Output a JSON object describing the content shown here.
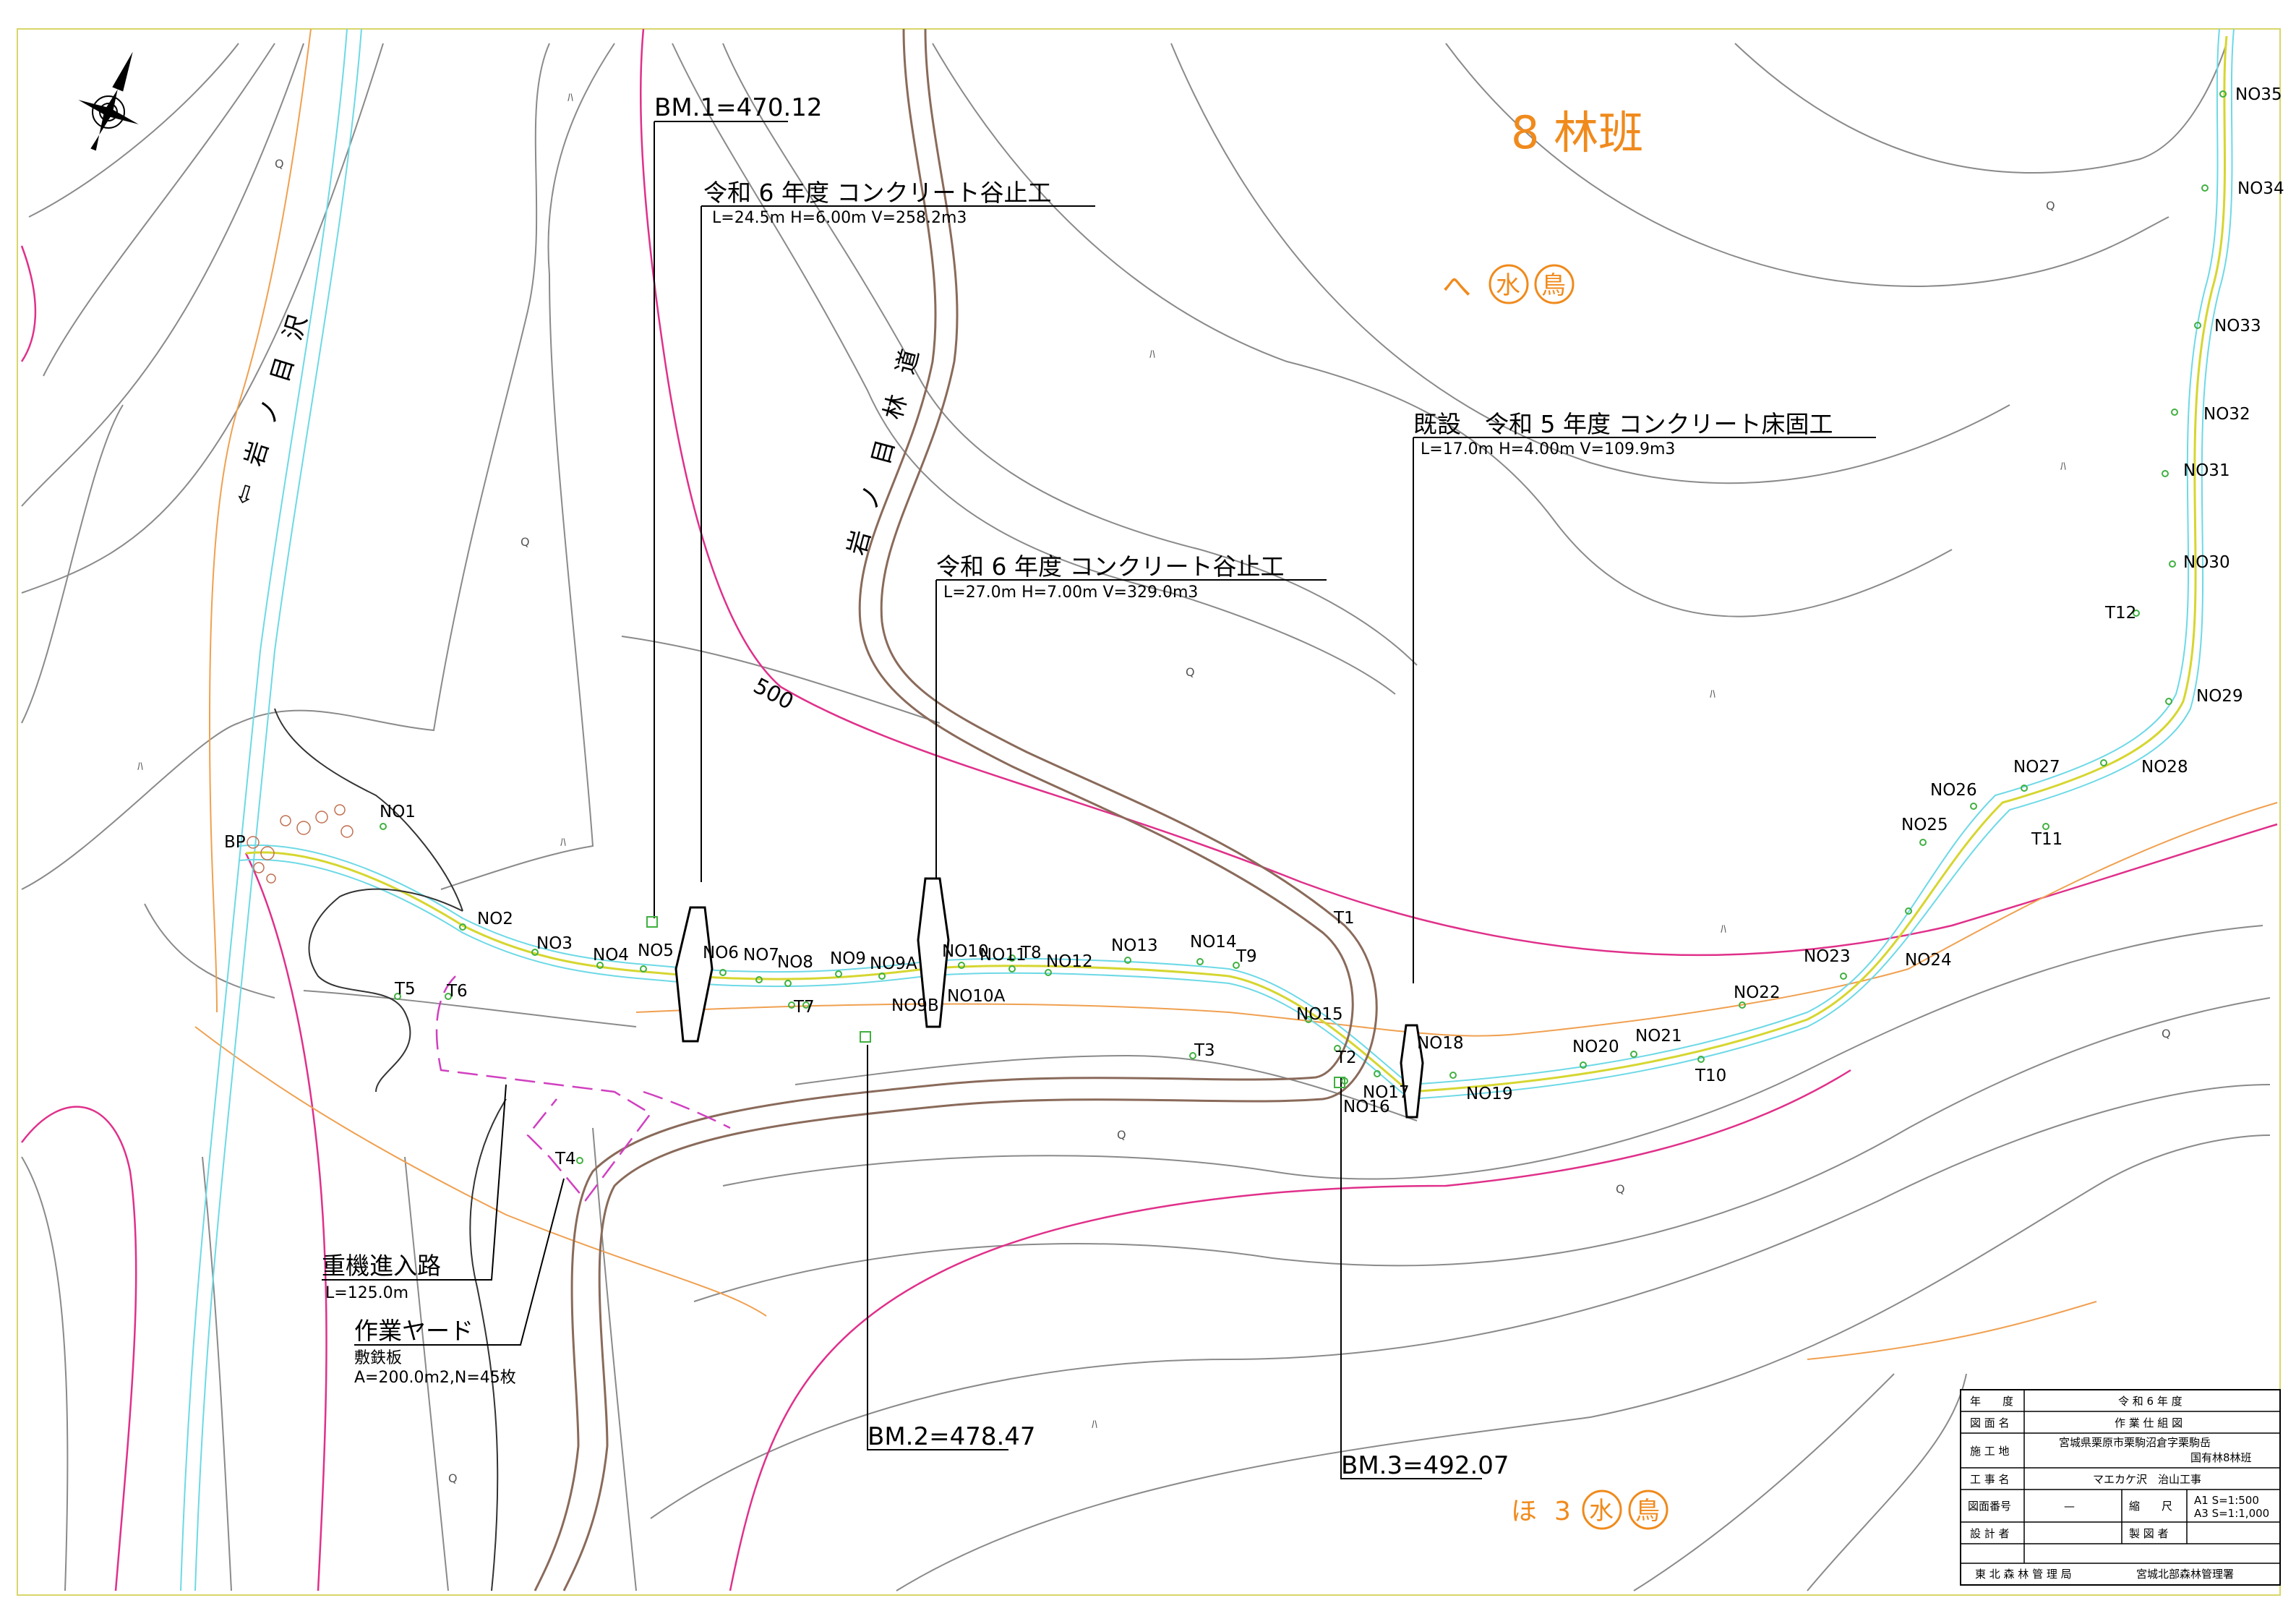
{
  "sheet": {
    "compartment": "8 林班",
    "direction_upper": "へ",
    "direction_lower": "ほ",
    "direction_lower_num": "3",
    "circled_1": "水",
    "circled_2": "鳥",
    "stream_name": "⇦ 岩 ノ 目 沢",
    "road_name": "岩 ノ 目 林 道",
    "contour_label": "500"
  },
  "structures": [
    {
      "title": "令和 6 年度 コンクリート谷止工",
      "spec": "L=24.5m H=6.00m V=258.2m3"
    },
    {
      "title": "令和 6 年度 コンクリート谷止工",
      "spec": "L=27.0m H=7.00m V=329.0m3"
    },
    {
      "title": "既設　令和 5 年度 コンクリート床固工",
      "spec": "L=17.0m H=4.00m V=109.9m3"
    }
  ],
  "benchmarks": [
    "BM.1=470.12",
    "BM.2=478.47",
    "BM.3=492.07"
  ],
  "works": {
    "access_title": "重機進入路",
    "access_spec": "L=125.0m",
    "yard_title": "作業ヤード",
    "yard_sub": "敷鉄板",
    "yard_spec": "A=200.0m2,N=45枚"
  },
  "stations": [
    "BP",
    "NO1",
    "NO2",
    "NO3",
    "NO4",
    "NO5",
    "NO6",
    "NO7",
    "NO8",
    "NO9",
    "NO9A",
    "NO9B",
    "NO10",
    "NO10A",
    "NO11",
    "NO12",
    "NO13",
    "NO14",
    "NO15",
    "NO16",
    "NO17",
    "NO18",
    "NO19",
    "NO20",
    "NO21",
    "NO22",
    "NO23",
    "NO24",
    "NO25",
    "NO26",
    "NO27",
    "NO28",
    "NO29",
    "NO30",
    "NO31",
    "NO32",
    "NO33",
    "NO34",
    "NO35"
  ],
  "traverse": [
    "T1",
    "T2",
    "T3",
    "T4",
    "T5",
    "T6",
    "T7",
    "T8",
    "T9",
    "T10",
    "T11",
    "T12"
  ],
  "title_block": {
    "rows": [
      {
        "label": "年　　度",
        "value": "令 和 6 年 度"
      },
      {
        "label": "図 面 名",
        "value": "作 業 仕 組 図"
      },
      {
        "label": "施 工 地",
        "value": "宮城県栗原市栗駒沼倉字栗駒岳",
        "value2": "国有林8林班"
      },
      {
        "label": "工 事 名",
        "value": "マエカケ沢　治山工事"
      }
    ],
    "drawing_no_label": "図面番号",
    "drawing_no": "—",
    "scale_label": "縮　　尺",
    "scale_a1": "A1 S=1:500",
    "scale_a3": "A3 S=1:1,000",
    "designer_label": "設 計 者",
    "drafter_label": "製 図 者",
    "bureau": "東 北 森 林 管 理 局",
    "office": "宮城北部森林管理署"
  },
  "colors": {
    "contour": "#7a7a7a",
    "index_contour": "#e0308a",
    "stream": "#6dd9e6",
    "road": "#8a6a5a",
    "boundary": "#f0a050",
    "annotation": "#f08a1c"
  }
}
